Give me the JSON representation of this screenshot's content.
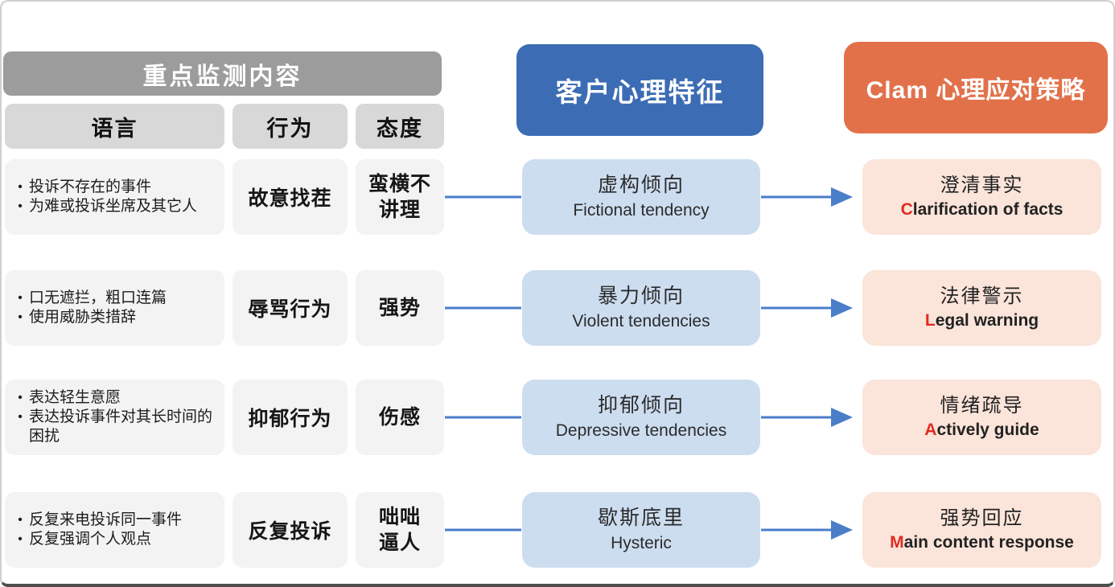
{
  "headers": {
    "monitoring": "重点监测内容",
    "col_language": "语言",
    "col_behavior": "行为",
    "col_attitude": "态度",
    "psychology": "客户心理特征",
    "strategy": "Clam 心理应对策略"
  },
  "colors": {
    "monitoring_header_bg": "#9c9c9c",
    "column_header_bg": "#d8d8d8",
    "monitor_cell_bg": "#f3f3f3",
    "psychology_header_bg": "#3c6cb4",
    "strategy_header_bg": "#e2714a",
    "psychology_cell_bg": "#cdddf0",
    "strategy_cell_bg": "#fbe4da",
    "connector_line": "#4a7ec9",
    "strategy_initial_red": "#e02b20"
  },
  "rows": [
    {
      "language": [
        "投诉不存在的事件",
        "为难或投诉坐席及其它人"
      ],
      "behavior": "故意找茬",
      "attitude_lines": [
        "蛮横不",
        "讲理"
      ],
      "psychology_zh": "虚构倾向",
      "psychology_en": "Fictional tendency",
      "strategy_zh": "澄清事实",
      "strategy_en_initial": "C",
      "strategy_en_rest": "larification of facts"
    },
    {
      "language": [
        "口无遮拦，粗口连篇",
        "使用威胁类措辞"
      ],
      "behavior": "辱骂行为",
      "attitude_lines": [
        "强势"
      ],
      "psychology_zh": "暴力倾向",
      "psychology_en": "Violent tendencies",
      "strategy_zh": "法律警示",
      "strategy_en_initial": "L",
      "strategy_en_rest": "egal warning"
    },
    {
      "language": [
        "表达轻生意愿",
        "表达投诉事件对其长时间的困扰"
      ],
      "behavior": "抑郁行为",
      "attitude_lines": [
        "伤感"
      ],
      "psychology_zh": "抑郁倾向",
      "psychology_en": "Depressive tendencies",
      "strategy_zh": "情绪疏导",
      "strategy_en_initial": "A",
      "strategy_en_rest": "ctively guide"
    },
    {
      "language": [
        "反复来电投诉同一事件",
        "反复强调个人观点"
      ],
      "behavior": "反复投诉",
      "attitude_lines": [
        "咄咄",
        "逼人"
      ],
      "psychology_zh": "歇斯底里",
      "psychology_en": "Hysteric",
      "strategy_zh": "强势回应",
      "strategy_en_initial": "M",
      "strategy_en_rest": "ain content response"
    }
  ]
}
